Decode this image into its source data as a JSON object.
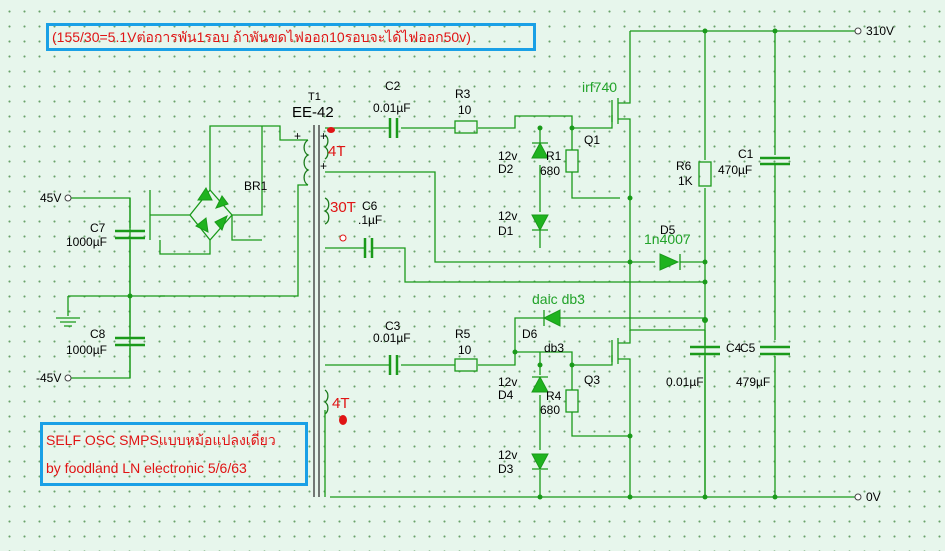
{
  "notes": {
    "top": "(155/30=5.1Vต่อการพัน1รอบ   ถ้าพันขดไฟออก10รอบจะได้ไฟออก50v)",
    "bottom_line1": "SELF OSC SMPSแบบหม้อแปลงเดี่ยว",
    "bottom_line2": "by foodland LN electronic 5/6/63"
  },
  "rails": {
    "v310": "310V",
    "v0": "0V",
    "p45": "45V",
    "m45": "-45V"
  },
  "transformer": {
    "ref": "T1",
    "core": "EE-42",
    "w_top": "4T",
    "w_mid": "30T",
    "w_bot": "4T",
    "plus1": "+",
    "plus2": "+",
    "plus3": "+"
  },
  "parts": {
    "c2": {
      "ref": "C2",
      "val": "0.01µF"
    },
    "r3": {
      "ref": "R3",
      "val": "10"
    },
    "c3": {
      "ref": "C3",
      "val": "0.01µF"
    },
    "r5": {
      "ref": "R5",
      "val": "10"
    },
    "c6": {
      "ref": "C6",
      "val": ".1µF"
    },
    "r1": {
      "ref": "R1",
      "val": "680"
    },
    "r4": {
      "ref": "R4",
      "val": "680"
    },
    "d1": {
      "ref": "D1",
      "val": "12v"
    },
    "d2": {
      "ref": "D2",
      "val": "12v"
    },
    "d3": {
      "ref": "D3",
      "val": "12v"
    },
    "d4": {
      "ref": "D4",
      "val": "12v"
    },
    "q1": {
      "ref": "Q1",
      "val": "irf740"
    },
    "q3": {
      "ref": "Q3"
    },
    "r6": {
      "ref": "R6",
      "val": "1K"
    },
    "c1": {
      "ref": "C1",
      "val": "470µF"
    },
    "d5": {
      "ref": "D5",
      "val": "1n4007"
    },
    "d6": {
      "ref": "D6",
      "val": "daic db3",
      "sub": "db3"
    },
    "c4": {
      "ref": "C4",
      "val": "0.01µF"
    },
    "c5": {
      "ref": "C5",
      "val": "479µF"
    },
    "c7": {
      "ref": "C7",
      "val": "1000µF"
    },
    "c8": {
      "ref": "C8",
      "val": "1000µF"
    },
    "br1": {
      "ref": "BR1"
    }
  },
  "colors": {
    "wire": "#1a9a1a",
    "text_red": "#e01414",
    "text_green": "#22a32a",
    "box": "#1aa0e6",
    "bg": "#e7f6ec"
  }
}
